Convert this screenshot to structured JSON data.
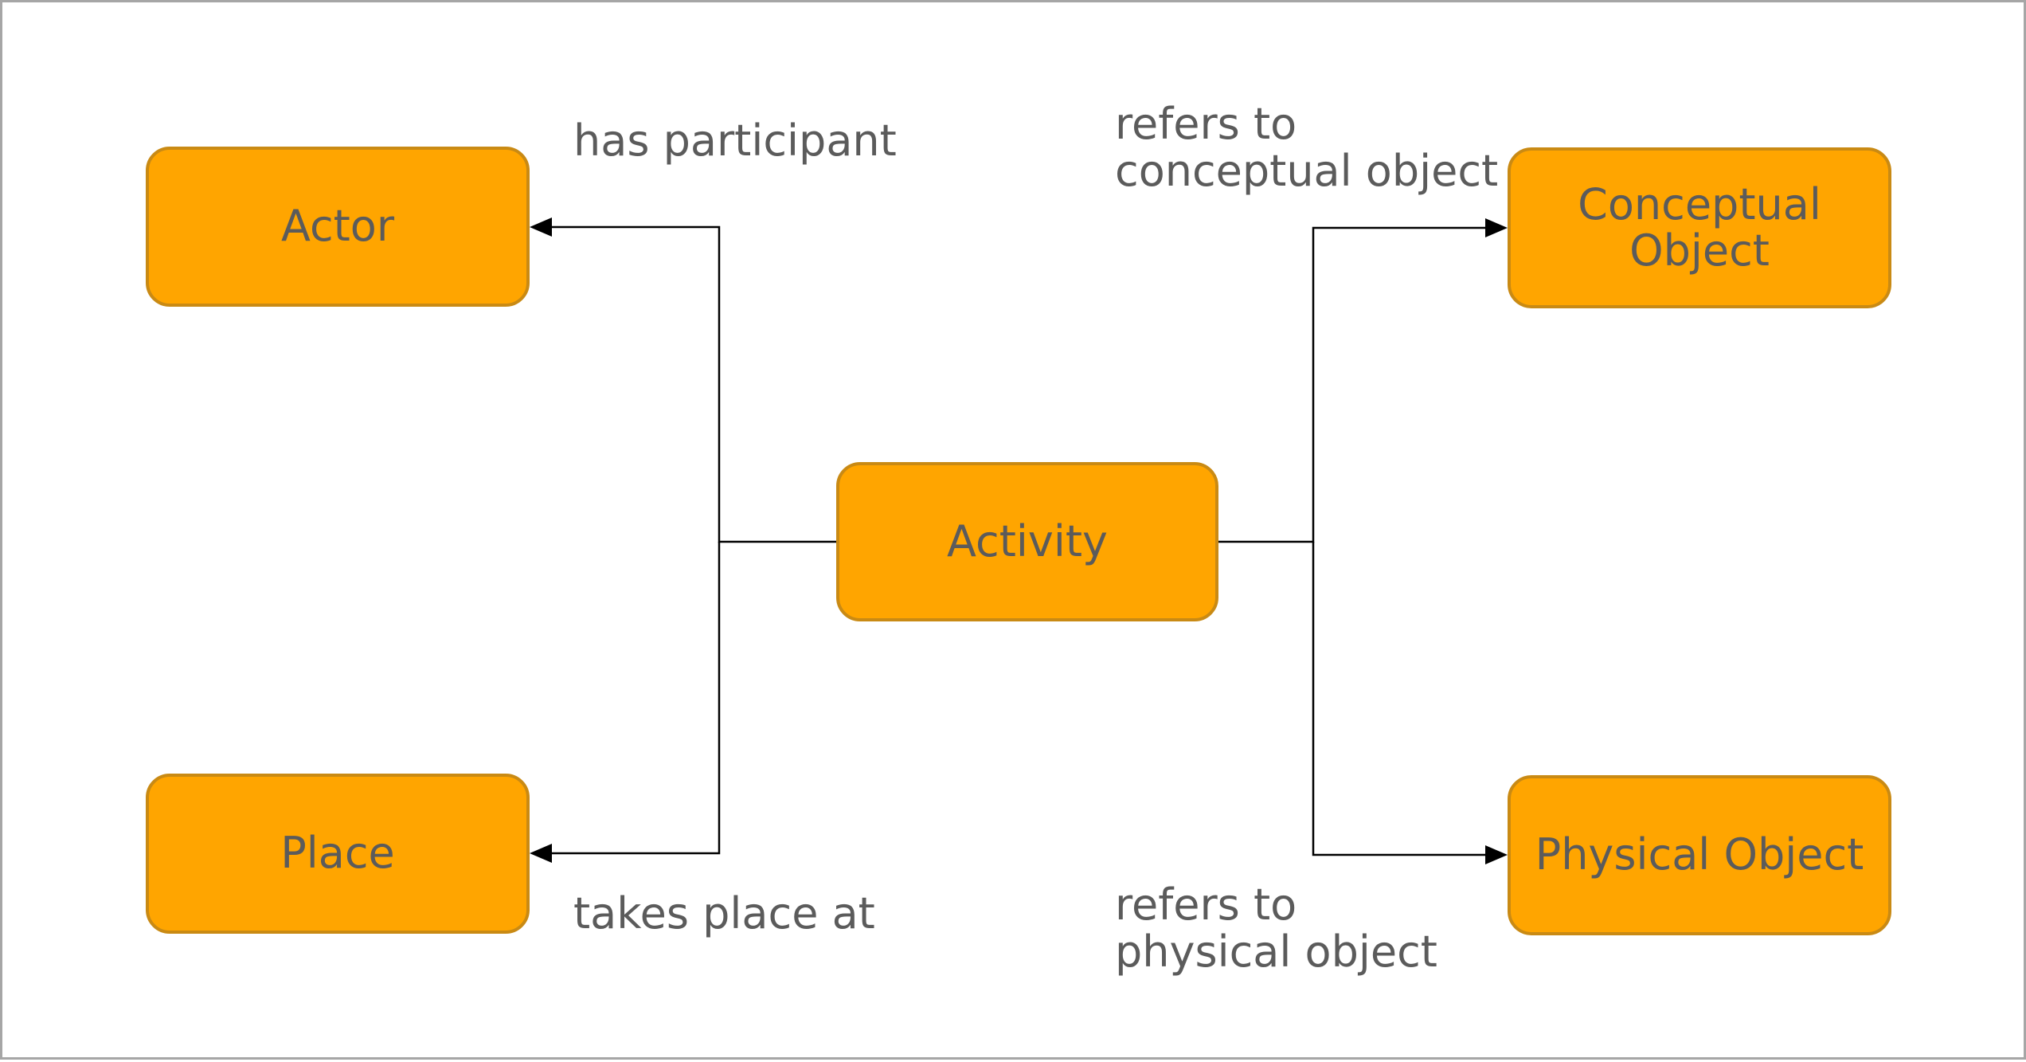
{
  "diagram": {
    "nodes": {
      "actor": "Actor",
      "place": "Place",
      "activity": "Activity",
      "conceptual_object": [
        "Conceptual",
        "Object"
      ],
      "physical_object": "Physical Object"
    },
    "edges": {
      "has_participant": "has participant",
      "takes_place_at": "takes place at",
      "refers_to_conceptual_object": [
        "refers to",
        "conceptual object"
      ],
      "refers_to_physical_object": [
        "refers to",
        "physical object"
      ]
    }
  },
  "colors": {
    "node_fill": "#ffa500",
    "node_border": "#c98a14",
    "text": "#5b5b5b",
    "connector": "#000000",
    "frame_border": "#a6a6a6"
  }
}
